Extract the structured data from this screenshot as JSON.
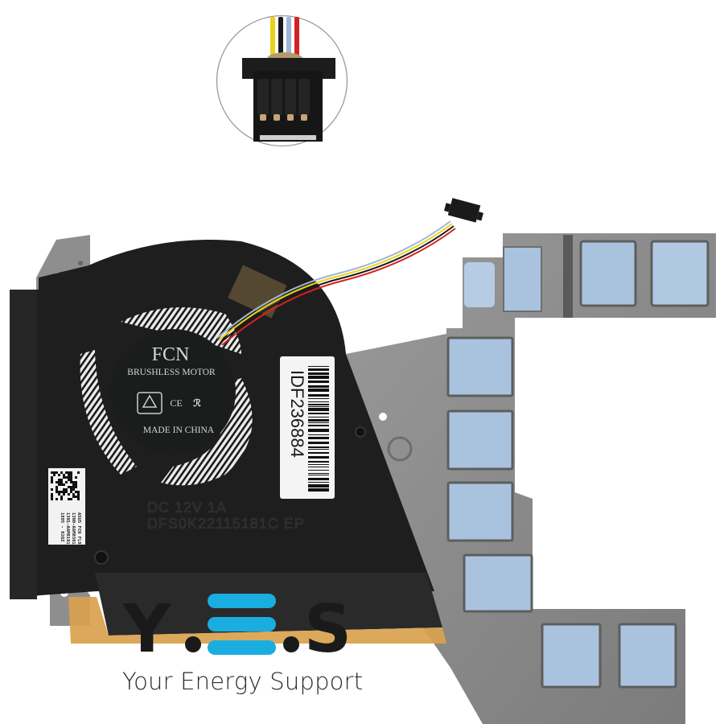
{
  "product": {
    "description": "Laptop CPU/GPU cooling fan with heatsink and thermal pads",
    "colors": {
      "fan_body": "#1e1e1e",
      "heatsink": "#8a8a8a",
      "thermal_pad": "#a9c3df",
      "tape": "#d9a14e"
    }
  },
  "connector_inset": {
    "wire_colors": [
      "#e8d21c",
      "#1a1a1a",
      "#9fb7d6",
      "#d62020"
    ],
    "pin_count": "4"
  },
  "fan_hub": {
    "brand": "FCN",
    "subtitle": "BRUSHLESS MOTOR",
    "marks": "CE",
    "origin": "MADE IN CHINA"
  },
  "barcode_label": {
    "code": "IDF236884"
  },
  "qr_label": {
    "lines": [
      "ASUS FCN FL91",
      "13N0-A6M0301",
      "13N1-A6M0101 0A",
      "1805 - 02QZ"
    ]
  },
  "embossed": {
    "line1": "DC 12V 1A",
    "line2": "DFS0K22115181C EP"
  },
  "logo": {
    "letter_left": "Y",
    "letter_right": "S",
    "tagline": "Your Energy Support",
    "colors": {
      "dark": "#1a1a1a",
      "accent": "#1aaee0"
    }
  }
}
